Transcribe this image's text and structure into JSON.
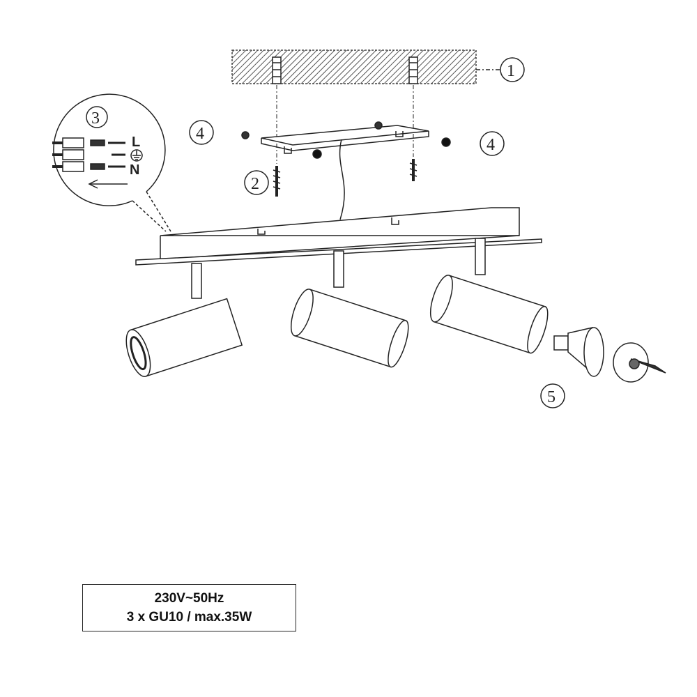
{
  "callouts": {
    "c1": "1",
    "c2": "2",
    "c3": "3",
    "c4a": "4",
    "c4b": "4",
    "c5": "5"
  },
  "wiring": {
    "live": "L",
    "neutral": "N"
  },
  "spec": {
    "line1": "230V~50Hz",
    "line2": "3 x GU10 / max.35W"
  }
}
